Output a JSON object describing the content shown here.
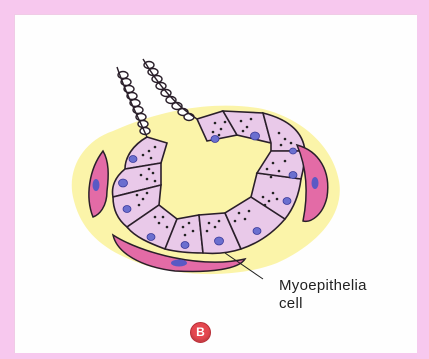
{
  "label": {
    "line1": "Myoepithelia",
    "line2": "cell"
  },
  "badge": {
    "text": "B"
  },
  "colors": {
    "frame": "#f7c8ee",
    "halo": "#fbf3a0",
    "cell_fill": "#e9c9e9",
    "cell_outline": "#2a1f2a",
    "nucleus": "#6b6fcf",
    "myoepithelial": "#e36ba6",
    "badge": "#e4474f"
  },
  "icons": [
    "gland-acinus-diagram",
    "callout-line"
  ]
}
